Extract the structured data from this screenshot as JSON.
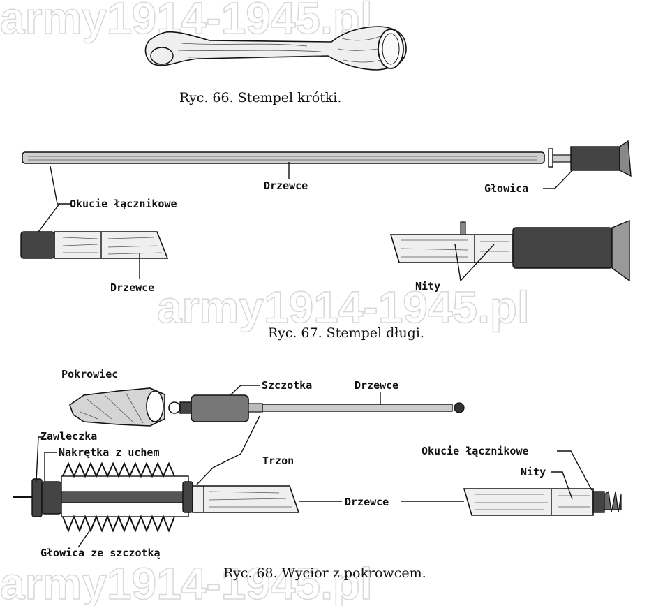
{
  "watermark": "army1914-1945.pl",
  "fig66": {
    "caption": "Ryc. 66. Stempel krótki."
  },
  "fig67": {
    "caption": "Ryc. 67. Stempel długi.",
    "labels": {
      "drzewce_top": "Drzewce",
      "glowica": "Głowica",
      "okucie": "Okucie łącznikowe",
      "drzewce_bottom": "Drzewce",
      "nity": "Nity"
    }
  },
  "fig68": {
    "caption": "Ryc. 68. Wycior z pokrowcem.",
    "labels": {
      "pokrowiec": "Pokrowiec",
      "szczotka": "Szczotka",
      "drzewce_top": "Drzewce",
      "zawleczka": "Zawleczka",
      "nakretka": "Nakrętka z uchem",
      "trzon": "Trzon",
      "okucie": "Okucie łącznikowe",
      "nity": "Nity",
      "drzewce_mid": "Drzewce",
      "glowica_szczotka": "Głowica ze szczotką"
    }
  }
}
